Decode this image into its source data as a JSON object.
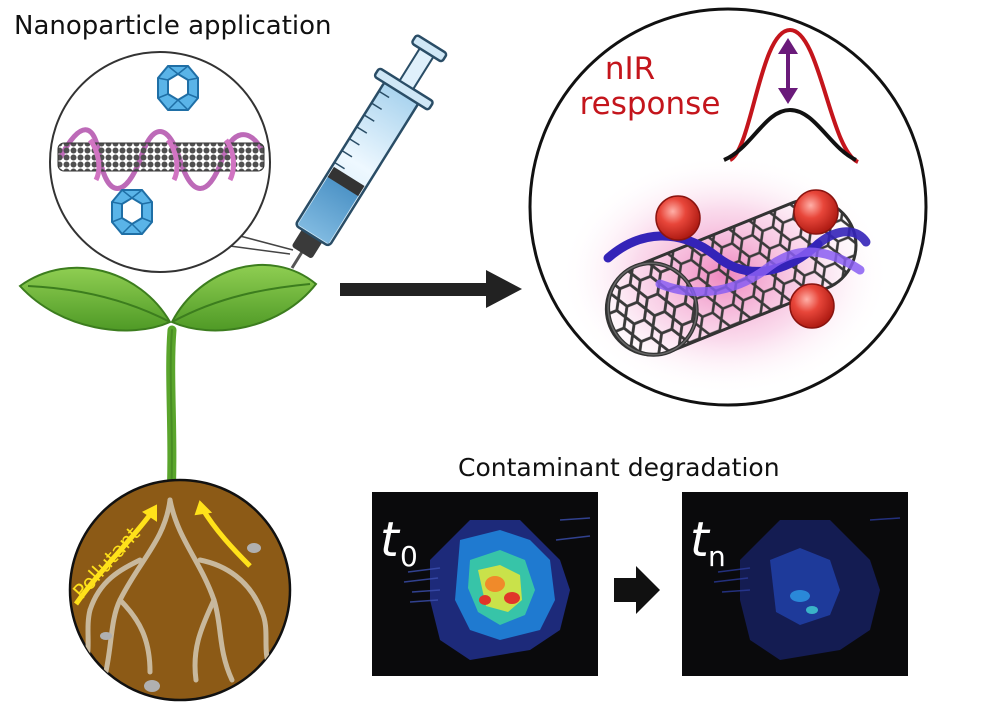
{
  "title": "Nanoparticle application",
  "nir": {
    "line1": "nIR",
    "line2": "response"
  },
  "degradation": {
    "title": "Contaminant degradation",
    "panel_before": {
      "var": "t",
      "sub": "0"
    },
    "panel_after": {
      "var": "t",
      "sub": "n"
    }
  },
  "soil": {
    "pollutant_label": "Pollutant"
  },
  "colors": {
    "leaf": "#6fb43a",
    "leaf_dark": "#3c7d1e",
    "soil": "#8c5a16",
    "nir_red": "#c4151c",
    "arrow_yellow": "#ffe21a",
    "polymer": "#6a45e6",
    "particle": "#e23a2e",
    "zeolite": "#5ab4e8"
  },
  "icons": [
    "syringe-icon",
    "leaf-icon",
    "nanotube-icon",
    "zeolite-icon",
    "soil-icon",
    "arrow-right-icon"
  ]
}
